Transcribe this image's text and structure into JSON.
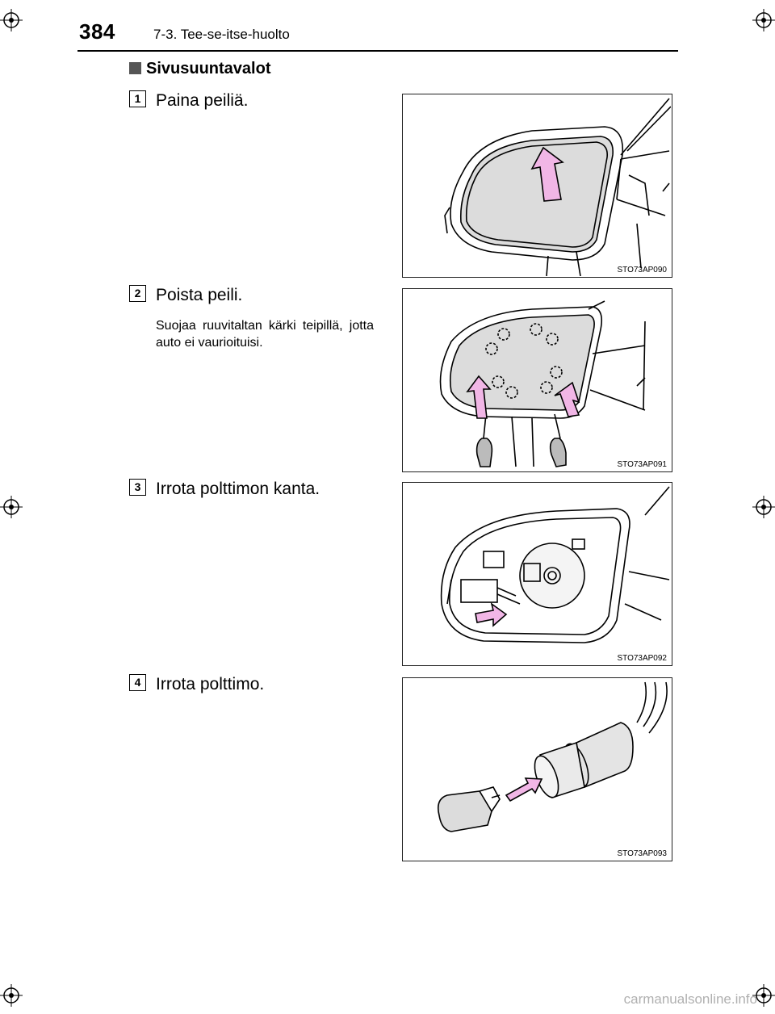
{
  "header": {
    "page_number": "384",
    "section_path": "7-3. Tee-se-itse-huolto"
  },
  "section": {
    "title": "Sivusuuntavalot"
  },
  "steps": [
    {
      "number": "1",
      "text": "Paina peiliä.",
      "note": "",
      "figure_code": "STO73AP090"
    },
    {
      "number": "2",
      "text": "Poista peili.",
      "note": "Suojaa ruuvitaltan kärki teipillä, jotta auto ei vaurioituisi.",
      "figure_code": "STO73AP091"
    },
    {
      "number": "3",
      "text": "Irrota polttimon kanta.",
      "note": "",
      "figure_code": "STO73AP092"
    },
    {
      "number": "4",
      "text": "Irrota polttimo.",
      "note": "",
      "figure_code": "STO73AP093"
    }
  ],
  "watermark": "carmanualsonline.info",
  "colors": {
    "arrow_fill": "#f1b6e6",
    "mirror_glass": "#dcdcdc",
    "rule": "#000000"
  }
}
